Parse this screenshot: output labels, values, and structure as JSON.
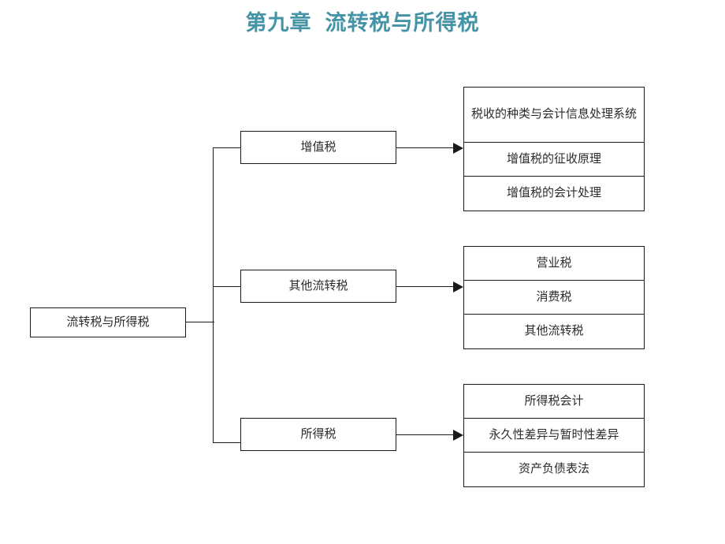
{
  "slide": {
    "title": "第九章  流转税与所得税",
    "title_color": "#4593a6",
    "background_color": "#ffffff",
    "line_color": "#1a1a1a",
    "text_color": "#2b2b2b"
  },
  "diagram": {
    "type": "tree",
    "root": {
      "label": "流转税与所得税"
    },
    "branches": [
      {
        "label": "增值税",
        "items": [
          "税收的种类与会计信息处理系统",
          "增值税的征收原理",
          "增值税的会计处理"
        ]
      },
      {
        "label": "其他流转税",
        "items": [
          "营业税",
          "消费税",
          "其他流转税"
        ]
      },
      {
        "label": "所得税",
        "items": [
          "所得税会计",
          "永久性差异与暂时性差异",
          "资产负债表法"
        ]
      }
    ]
  }
}
